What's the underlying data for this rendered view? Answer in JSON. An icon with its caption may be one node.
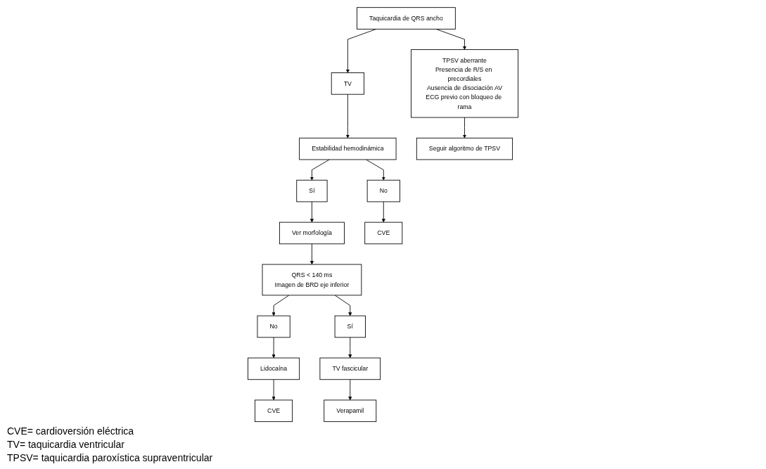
{
  "diagram": {
    "nodes": [
      {
        "text": [
          "Taquicardia de QRS ancho"
        ]
      },
      {
        "text": [
          "TV"
        ]
      },
      {
        "text": [
          "TPSV aberrante",
          "Presencia de R/S en precordiales",
          "Ausencia de disociación AV",
          "ECG previo con bloqueo de rama"
        ]
      },
      {
        "text": [
          "Estabilidad hemodinámica"
        ]
      },
      {
        "text": [
          "Sí"
        ]
      },
      {
        "text": [
          "Ver morfología"
        ]
      },
      {
        "text": [
          "No"
        ]
      },
      {
        "text": [
          "QRS < 140 ms",
          "Imagen de BRD eje inferior"
        ]
      },
      {
        "text": [
          "No"
        ]
      },
      {
        "text": [
          "Sí"
        ]
      },
      {
        "text": [
          "Seguir algoritmo de TPSV"
        ]
      },
      {
        "text": [
          "Lidocaína"
        ]
      },
      {
        "text": [
          "TV fascicular"
        ]
      },
      {
        "text": [
          "CVE"
        ]
      },
      {
        "text": [
          "CVE"
        ]
      },
      {
        "text": [
          "Verapamil"
        ]
      }
    ],
    "edges": [
      {
        "from": 0,
        "to": 1,
        "arrow": "to"
      },
      {
        "from": 0,
        "to": 2,
        "arrow": "to"
      },
      {
        "from": 1,
        "to": 3,
        "arrow": "to"
      },
      {
        "from": 3,
        "to": 4,
        "arrow": "to"
      },
      {
        "from": 4,
        "to": 5,
        "arrow": "to"
      },
      {
        "from": 3,
        "to": 6,
        "arrow": "to"
      },
      {
        "from": 5,
        "to": 7,
        "arrow": "to"
      },
      {
        "from": 7,
        "to": 8,
        "arrow": "to"
      },
      {
        "from": 7,
        "to": 9,
        "arrow": "to"
      },
      {
        "from": 2,
        "to": 10,
        "arrow": "to"
      },
      {
        "from": 8,
        "to": 11,
        "arrow": "to"
      },
      {
        "from": 9,
        "to": 12,
        "arrow": "to"
      },
      {
        "from": 6,
        "to": 13,
        "arrow": "to"
      },
      {
        "from": 11,
        "to": 14,
        "arrow": "to"
      },
      {
        "from": 12,
        "to": 15,
        "arrow": "to"
      }
    ],
    "labels": [
      "CVE= cardioversión eléctrica",
      "TV= taquicardia ventricular",
      "TPSV= taquicardia paroxística supraventricular"
    ]
  }
}
